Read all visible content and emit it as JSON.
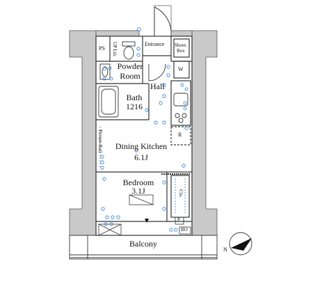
{
  "plan": {
    "rooms": {
      "entrance": "Entrance",
      "powder_room_line1": "Powder",
      "powder_room_line2": "Room",
      "hall": "Hall",
      "bath": "Bath",
      "bath_size": "1216",
      "dining_kitchen": "Dining Kitchen",
      "dining_kitchen_size": "6.1J",
      "bedroom": "Bedroom",
      "bedroom_size": "3.1J",
      "balcony": "Balcony"
    },
    "fixtures": {
      "ps": "PS",
      "up_lin": "UP Lin.",
      "shoes_line1": "Shoes",
      "shoes_line2": "Box",
      "washer": "W",
      "refrigerator": "R",
      "picture_rail": "Picture Rail",
      "closet": "Clo.",
      "p": "P",
      "bo": "BO"
    },
    "compass": "N",
    "colors": {
      "wall": "#c9c9c9",
      "line": "#333333",
      "accent_blue": "#2a7fd6"
    }
  }
}
